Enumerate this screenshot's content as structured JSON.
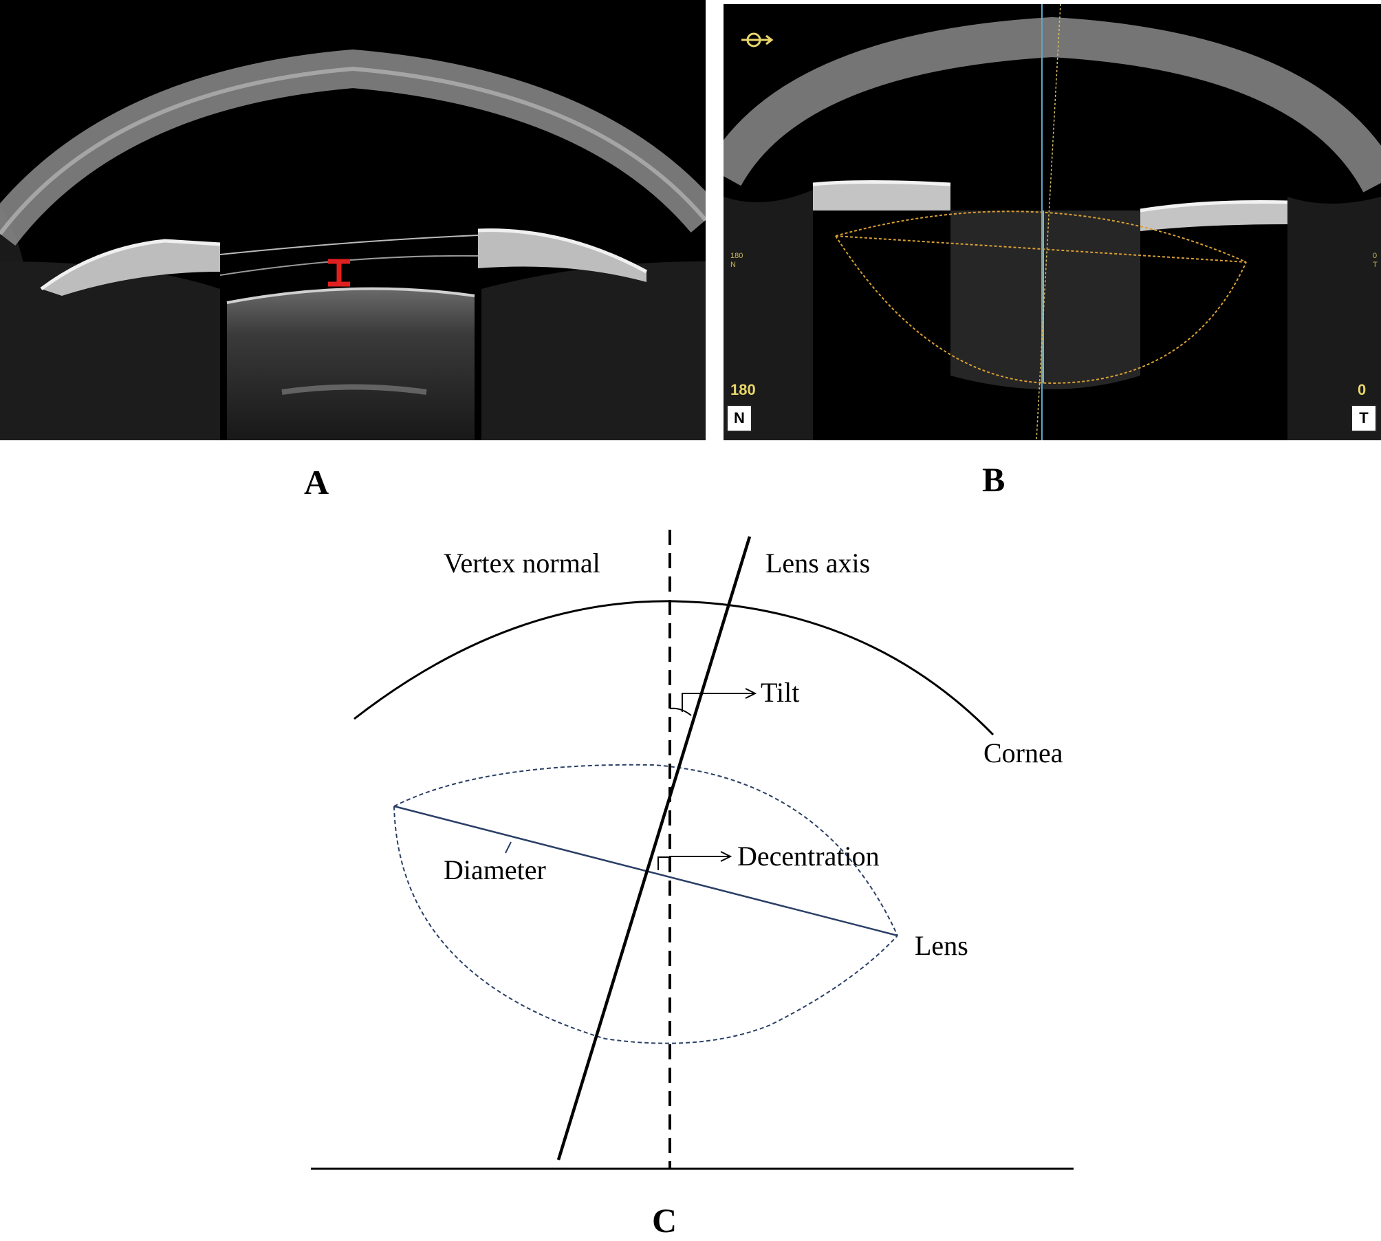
{
  "panels": {
    "a": {
      "label": "A"
    },
    "b": {
      "label": "B",
      "left_angle": "180",
      "right_angle": "0",
      "left_side": "N",
      "right_side": "T",
      "left_tiny_angle": "180",
      "left_tiny_side": "N",
      "right_tiny_angle": "0",
      "right_tiny_side": "T"
    },
    "c": {
      "label": "C",
      "vertex_normal": "Vertex normal",
      "lens_axis": "Lens axis",
      "tilt": "Tilt",
      "cornea": "Cornea",
      "diameter": "Diameter",
      "decentration": "Decentration",
      "lens": "Lens"
    }
  },
  "colors": {
    "caliper_red": "#e02020",
    "overlay_orange": "#d9a032",
    "overlay_blue": "#5fa6c8",
    "hud_yellow": "#e8d66a",
    "lens_outline": "#2a3f66"
  },
  "icons": {
    "orientation": "eye-orientation-icon"
  }
}
